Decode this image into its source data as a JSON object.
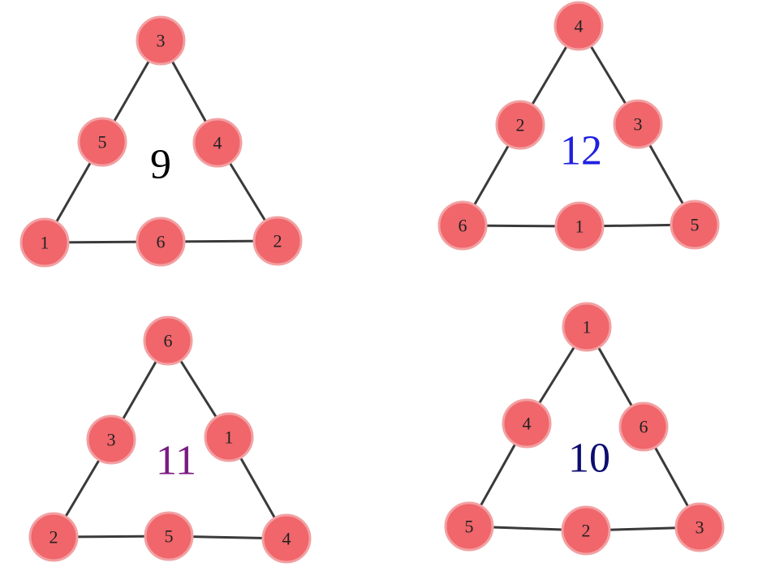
{
  "triangles": [
    {
      "id": "top-left",
      "sum": "9",
      "sum_color": "#000000",
      "nodes": {
        "top": "3",
        "left_mid": "5",
        "right_mid": "4",
        "bottom_left": "1",
        "bottom_mid": "6",
        "bottom_right": "2"
      }
    },
    {
      "id": "top-right",
      "sum": "12",
      "sum_color": "#1f1fe0",
      "nodes": {
        "top": "4",
        "left_mid": "2",
        "right_mid": "3",
        "bottom_left": "6",
        "bottom_mid": "1",
        "bottom_right": "5"
      }
    },
    {
      "id": "bottom-left",
      "sum": "11",
      "sum_color": "#7a1a80",
      "nodes": {
        "top": "6",
        "left_mid": "3",
        "right_mid": "1",
        "bottom_left": "2",
        "bottom_mid": "5",
        "bottom_right": "4"
      }
    },
    {
      "id": "bottom-right",
      "sum": "10",
      "sum_color": "#0c0c70",
      "nodes": {
        "top": "1",
        "left_mid": "4",
        "right_mid": "6",
        "bottom_left": "5",
        "bottom_mid": "2",
        "bottom_right": "3"
      }
    }
  ]
}
